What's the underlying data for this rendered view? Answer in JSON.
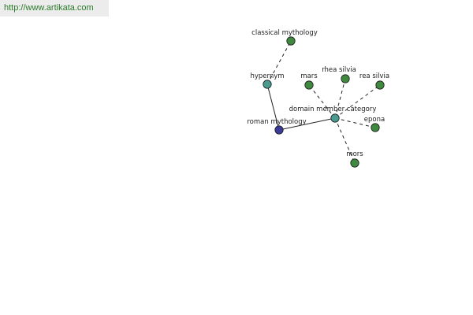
{
  "site": {
    "url": "http://www.artikata.com"
  },
  "colors": {
    "center_node": "#3b3b99",
    "relation_node": "#4a9a90",
    "leaf_node": "#3f8a3f",
    "edge": "#222222"
  },
  "nodes": [
    {
      "id": "roman-mythology",
      "label": "roman mythology",
      "kind": "center"
    },
    {
      "id": "hypernym",
      "label": "hypernym",
      "kind": "relation"
    },
    {
      "id": "domain-member-category",
      "label": "domain member category",
      "kind": "relation"
    },
    {
      "id": "classical-mythology",
      "label": "classical mythology",
      "kind": "leaf"
    },
    {
      "id": "mars",
      "label": "mars",
      "kind": "leaf"
    },
    {
      "id": "rhea-silvia",
      "label": "rhea silvia",
      "kind": "leaf"
    },
    {
      "id": "rea-silvia",
      "label": "rea silvia",
      "kind": "leaf"
    },
    {
      "id": "epona",
      "label": "epona",
      "kind": "leaf"
    },
    {
      "id": "mors",
      "label": "mors",
      "kind": "leaf"
    }
  ],
  "edges": [
    {
      "from": "roman-mythology",
      "to": "hypernym",
      "style": "solid"
    },
    {
      "from": "roman-mythology",
      "to": "domain-member-category",
      "style": "solid"
    },
    {
      "from": "hypernym",
      "to": "classical-mythology",
      "style": "dashed"
    },
    {
      "from": "domain-member-category",
      "to": "mars",
      "style": "dashed"
    },
    {
      "from": "domain-member-category",
      "to": "rhea-silvia",
      "style": "dashed"
    },
    {
      "from": "domain-member-category",
      "to": "rea-silvia",
      "style": "dashed"
    },
    {
      "from": "domain-member-category",
      "to": "epona",
      "style": "dashed"
    },
    {
      "from": "domain-member-category",
      "to": "mors",
      "style": "dashed"
    }
  ]
}
